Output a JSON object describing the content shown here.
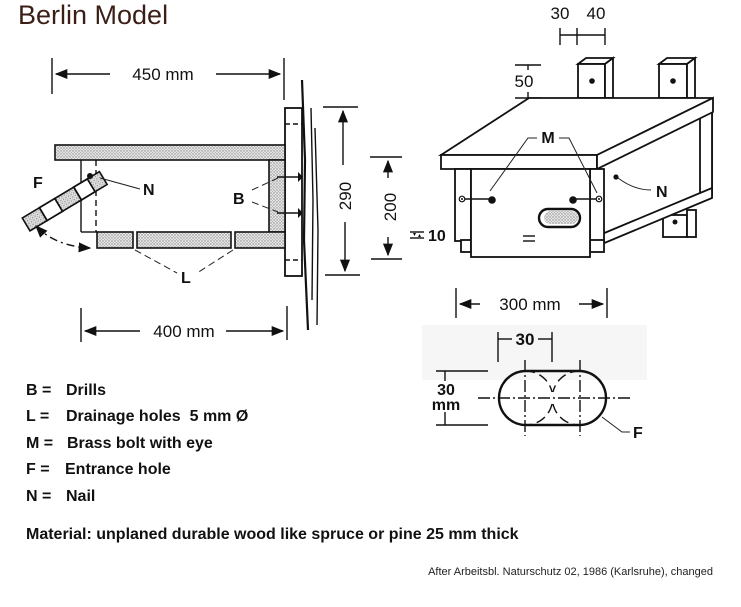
{
  "title": "Berlin Model",
  "side_view": {
    "dim_top": "450 mm",
    "dim_bottom": "400 mm",
    "dim_height_outer": "290",
    "dim_height_inner": "200",
    "dim_gap": "10",
    "label_f": "F",
    "label_n": "N",
    "label_b": "B",
    "label_l": "L"
  },
  "perspective_view": {
    "dim_a": "30",
    "dim_b": "40",
    "dim_c": "50",
    "dim_width": "300 mm",
    "label_m": "M",
    "label_n": "N"
  },
  "entrance_detail": {
    "dim_spacing": "30",
    "dim_height_value": "30",
    "dim_height_unit": "mm",
    "label_f": "F"
  },
  "legend": [
    {
      "key": "B =",
      "text": "Drills"
    },
    {
      "key": "L =",
      "text": "Drainage holes  5 mm Ø"
    },
    {
      "key": "M =",
      "text": "Brass bolt with eye"
    },
    {
      "key": "F =",
      "text": "Entrance hole"
    },
    {
      "key": "N =",
      "text": "Nail"
    }
  ],
  "material": "Material: unplaned durable wood like spruce or pine 25 mm thick",
  "credit": "After Arbeitsbl. Naturschutz 02, 1986 (Karlsruhe), changed",
  "colors": {
    "title": "#3b1f16",
    "ink": "#111111",
    "wood_fill": "#cfcfcf"
  }
}
